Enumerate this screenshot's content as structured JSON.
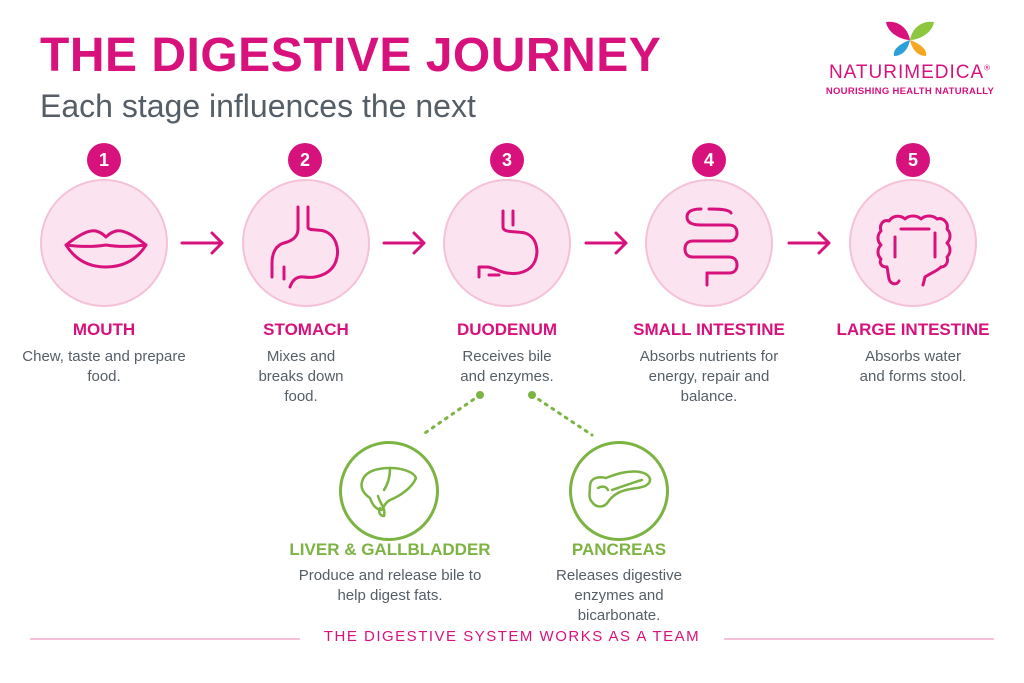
{
  "header": {
    "title": "THE DIGESTIVE JOURNEY",
    "subtitle": "Each stage influences the next"
  },
  "logo": {
    "name": "NATURIMEDICA",
    "registered": "®",
    "tagline": "NOURISHING HEALTH NATURALLY"
  },
  "stages": [
    {
      "number": "1",
      "label": "MOUTH",
      "description": "Chew, taste and prepare food.",
      "icon": "lips-icon"
    },
    {
      "number": "2",
      "label": "STOMACH",
      "description": "Mixes and breaks down food.",
      "icon": "stomach-icon"
    },
    {
      "number": "3",
      "label": "DUODENUM",
      "description": "Receives bile and enzymes.",
      "icon": "duodenum-icon"
    },
    {
      "number": "4",
      "label": "SMALL INTESTINE",
      "description": "Absorbs nutrients for energy, repair and balance.",
      "icon": "small-intestine-icon"
    },
    {
      "number": "5",
      "label": "LARGE INTESTINE",
      "description": "Absorbs water and forms stool.",
      "icon": "large-intestine-icon"
    }
  ],
  "helpers": [
    {
      "label": "LIVER & GALLBLADDER",
      "description": "Produce and release bile to help digest fats.",
      "icon": "liver-icon"
    },
    {
      "label": "PANCREAS",
      "description": "Releases digestive enzymes and bicarbonate.",
      "icon": "pancreas-icon"
    }
  ],
  "footer": {
    "text": "THE DIGESTIVE SYSTEM WORKS AS A TEAM"
  },
  "colors": {
    "accent": "#d8127d",
    "circle_fill": "#fbe4ef",
    "helper": "#7cb342",
    "text": "#555e66"
  }
}
